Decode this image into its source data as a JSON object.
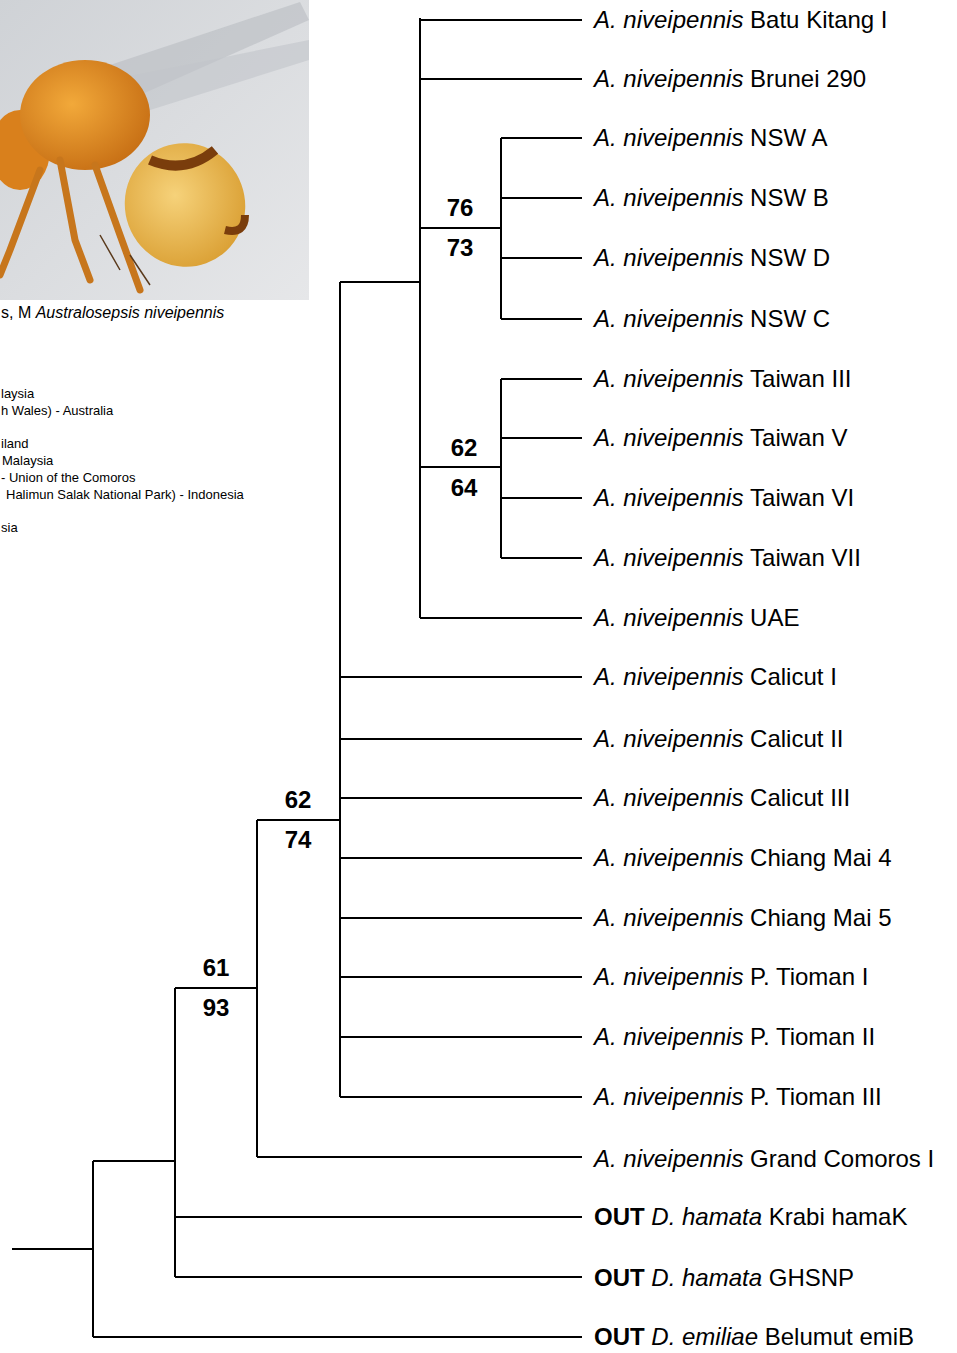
{
  "diagram": {
    "labels": [
      "s, M Australosepsis niveipennis",
      "laysia",
      "h Wales) - Australia",
      "iland",
      "Malaysia",
      "- Union of the Comoros",
      "Halimun Salak National Park) - Indonesia",
      "sia",
      "A. niveipennis Batu Kitang I",
      "A. niveipennis Brunei 290",
      "A. niveipennis NSW A",
      "76",
      "A. niveipennis NSW B",
      "73",
      "A. niveipennis NSW D",
      "A. niveipennis NSW C",
      "A. niveipennis Taiwan III",
      "A. niveipennis Taiwan V",
      "62",
      "64",
      "A. niveipennis Taiwan VI",
      "A. niveipennis Taiwan VII",
      "A. niveipennis UAE",
      "A. niveipennis Calicut I",
      "A. niveipennis Calicut II",
      "62",
      "A. niveipennis Calicut III",
      "74",
      "A. niveipennis Chiang Mai 4",
      "A. niveipennis Chiang Mai 5",
      "61",
      "A. niveipennis P. Tioman I",
      "93",
      "A. niveipennis P. Tioman II",
      "A. niveipennis P. Tioman III",
      "A. niveipennis Grand Comoros I",
      "OUT D. hamata Krabi hamaK",
      "OUT D. hamata GHSNP",
      "OUT D. emiliae Belumut emiB"
    ]
  }
}
